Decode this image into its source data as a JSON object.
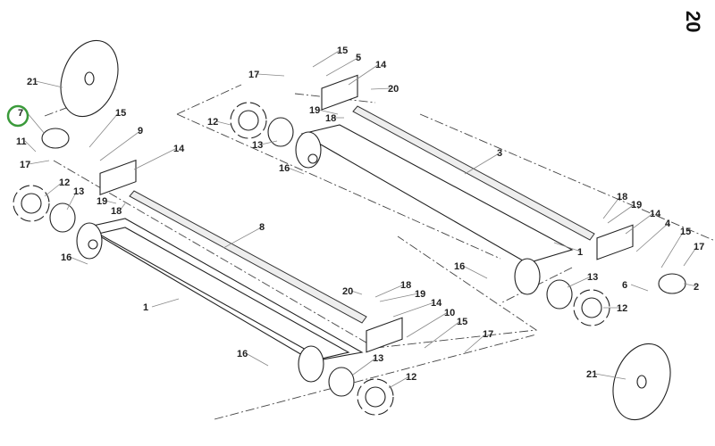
{
  "page_number": "20",
  "highlight_color": "#3a9a3a",
  "highlighted_label": "7",
  "labels": [
    "21",
    "7",
    "15",
    "9",
    "11",
    "17",
    "14",
    "12",
    "13",
    "19",
    "18",
    "8",
    "16",
    "1",
    "15",
    "5",
    "17",
    "14",
    "20",
    "12",
    "19",
    "18",
    "13",
    "16",
    "3",
    "18",
    "19",
    "14",
    "4",
    "15",
    "17",
    "1",
    "16",
    "13",
    "6",
    "2",
    "12",
    "21",
    "20",
    "18",
    "19",
    "14",
    "10",
    "15",
    "17",
    "13",
    "12",
    "16"
  ]
}
